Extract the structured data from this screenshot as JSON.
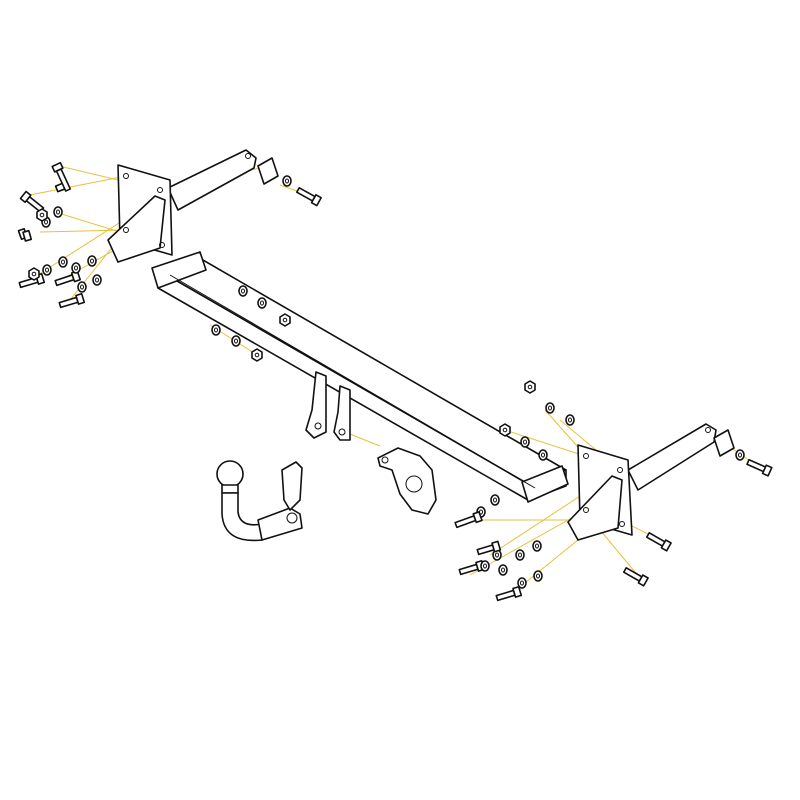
{
  "diagram": {
    "subject": "tow-bar-exploded-assembly",
    "colors": {
      "line": "#111111",
      "guide": "#e6c23a",
      "background": "#ffffff"
    },
    "parts": [
      "crossbar",
      "left-mounting-bracket",
      "right-mounting-bracket",
      "tow-ball-neck",
      "socket-plate",
      "bolts",
      "washers",
      "nuts"
    ]
  }
}
